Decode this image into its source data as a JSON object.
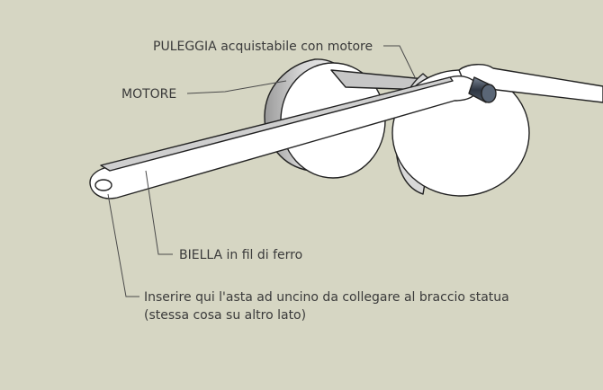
{
  "labels": {
    "puleggia": "PULEGGIA acquistabile con motore",
    "motore": "MOTORE",
    "biella": "BIELLA in fil di ferro",
    "inserire_line1": "Inserire qui l'asta ad uncino da collegare al braccio statua",
    "inserire_line2": "(stessa cosa su altro lato)"
  },
  "colors": {
    "background": "#d6d6c3",
    "body_white": "#ffffff",
    "shade_gray": "#c8c8c8",
    "outline": "#222222",
    "pin_dark": "#3c4552"
  }
}
